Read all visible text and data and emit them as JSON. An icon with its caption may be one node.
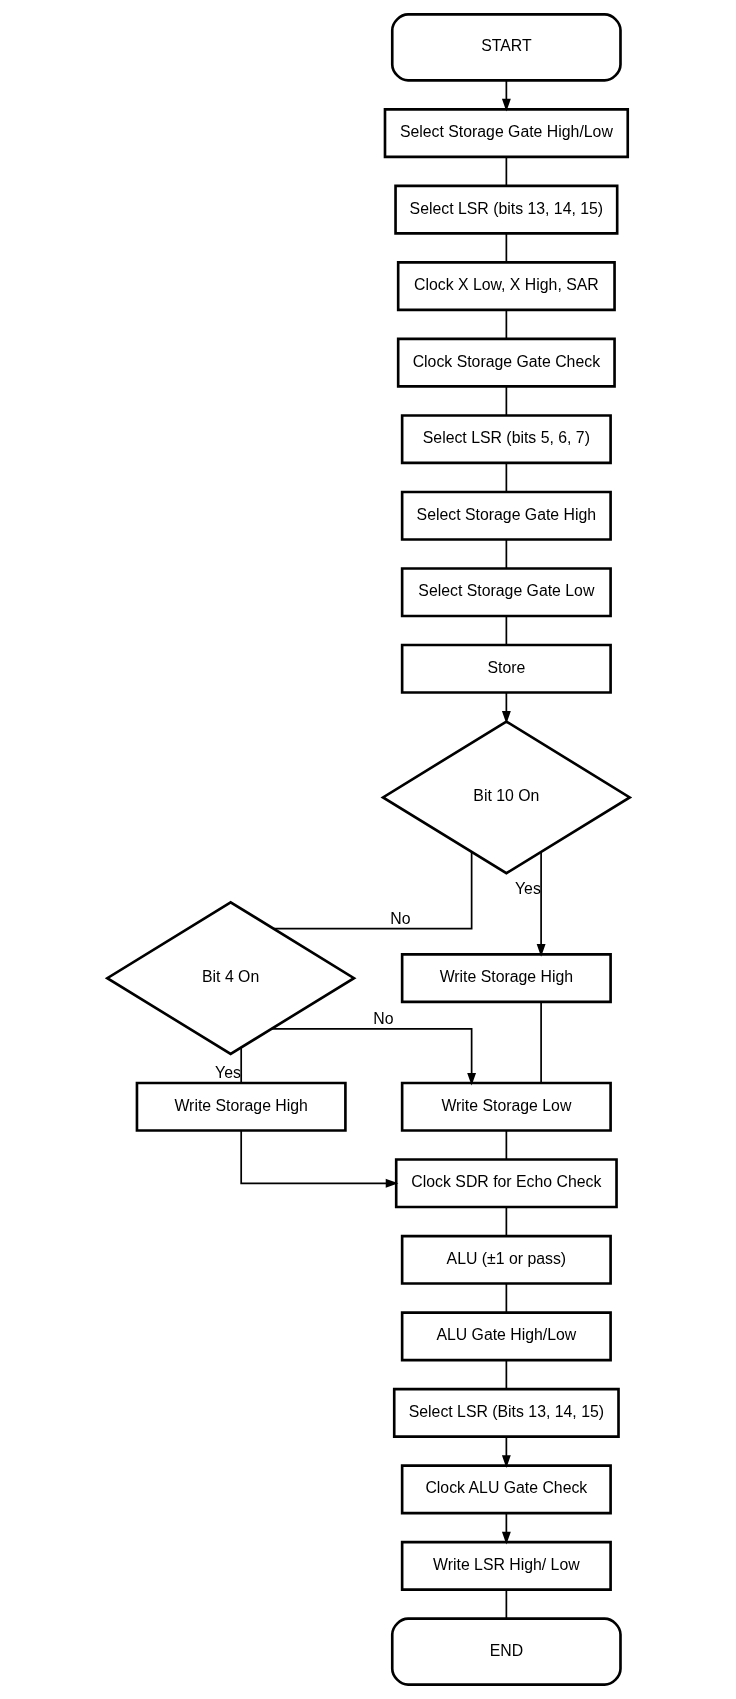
{
  "diagram": {
    "nodes": [
      {
        "text": [
          "START"
        ]
      },
      {
        "text": [
          "Select Storage Gate High/Low"
        ]
      },
      {
        "text": [
          "Select LSR (bits 13, 14, 15)"
        ]
      },
      {
        "text": [
          "Clock X Low, X High, SAR"
        ]
      },
      {
        "text": [
          "Clock Storage Gate Check"
        ]
      },
      {
        "text": [
          "Select LSR (bits 5, 6, 7)"
        ]
      },
      {
        "text": [
          "Select Storage Gate High"
        ]
      },
      {
        "text": [
          "Select Storage Gate Low"
        ]
      },
      {
        "text": [
          "Store"
        ]
      },
      {
        "text": [
          "Bit 10 On"
        ]
      },
      {
        "text": [
          "Bit 4 On"
        ]
      },
      {
        "text": [
          "Write Storage High"
        ]
      },
      {
        "text": [
          "Write Storage High"
        ]
      },
      {
        "text": [
          "Write Storage Low"
        ]
      },
      {
        "text": [
          "Clock SDR for Echo Check"
        ]
      },
      {
        "text": [
          "ALU (±1 or pass)"
        ]
      },
      {
        "text": [
          "ALU Gate High/Low"
        ]
      },
      {
        "text": [
          "Select LSR (Bits 13, 14, 15)"
        ]
      },
      {
        "text": [
          "Clock ALU Gate Check"
        ]
      },
      {
        "text": [
          "Write LSR High/ Low"
        ]
      },
      {
        "text": [
          "END"
        ]
      }
    ],
    "edges": [
      {
        "from": 0,
        "to": 1,
        "arrow": "to"
      },
      {
        "from": 1,
        "to": 2,
        "arrow": "none"
      },
      {
        "from": 2,
        "to": 3,
        "arrow": "none"
      },
      {
        "from": 3,
        "to": 4,
        "arrow": "none"
      },
      {
        "from": 4,
        "to": 5,
        "arrow": "none"
      },
      {
        "from": 5,
        "to": 6,
        "arrow": "none"
      },
      {
        "from": 6,
        "to": 7,
        "arrow": "none"
      },
      {
        "from": 7,
        "to": 8,
        "arrow": "none"
      },
      {
        "from": 8,
        "to": 9,
        "arrow": "to"
      },
      {
        "from": 9,
        "to": 11,
        "label": "Yes",
        "arrow": "to"
      },
      {
        "from": 9,
        "to": 10,
        "label": "No",
        "arrow": "none"
      },
      {
        "from": 10,
        "to": 12,
        "label": "Yes",
        "arrow": "none"
      },
      {
        "from": 10,
        "to": 13,
        "label": "No",
        "arrow": "to"
      },
      {
        "from": 11,
        "to": 13,
        "arrow": "none"
      },
      {
        "from": 13,
        "to": 14,
        "arrow": "none"
      },
      {
        "from": 12,
        "to": 14,
        "arrow": "to"
      },
      {
        "from": 14,
        "to": 15,
        "arrow": "none"
      },
      {
        "from": 15,
        "to": 16,
        "arrow": "none"
      },
      {
        "from": 16,
        "to": 17,
        "arrow": "none"
      },
      {
        "from": 17,
        "to": 18,
        "arrow": "to"
      },
      {
        "from": 18,
        "to": 19,
        "arrow": "to"
      },
      {
        "from": 19,
        "to": 20,
        "arrow": "none"
      }
    ]
  }
}
